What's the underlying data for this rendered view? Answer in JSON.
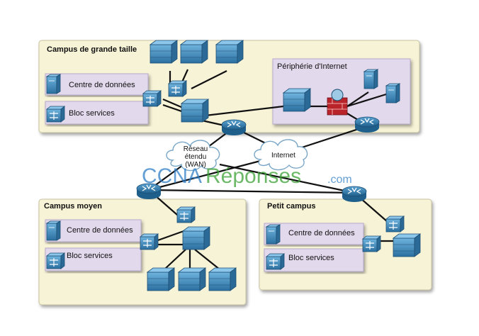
{
  "campus_large": {
    "title": "Campus de grande taille",
    "data_center": "Centre de données",
    "services": "Bloc services",
    "internet_edge": "Périphérie d'Internet"
  },
  "campus_medium": {
    "title": "Campus moyen",
    "data_center": "Centre de données",
    "services": "Bloc services"
  },
  "campus_small": {
    "title": "Petit campus",
    "data_center": "Centre de données",
    "services": "Bloc services"
  },
  "clouds": {
    "wan": [
      "Réseau",
      "étendu",
      "(WAN)"
    ],
    "internet": "Internet"
  },
  "watermark": {
    "part1": "CCNA",
    "part2": "Réponses",
    "part3": ".com"
  },
  "colors": {
    "campus_bg": "#f7f3d7",
    "block_bg": "#e2d9ec",
    "device_blue": "#3d8fc4",
    "firewall_red": "#b9232a",
    "watermark_blue": "#2f7fc8",
    "watermark_green": "#3aa135"
  }
}
